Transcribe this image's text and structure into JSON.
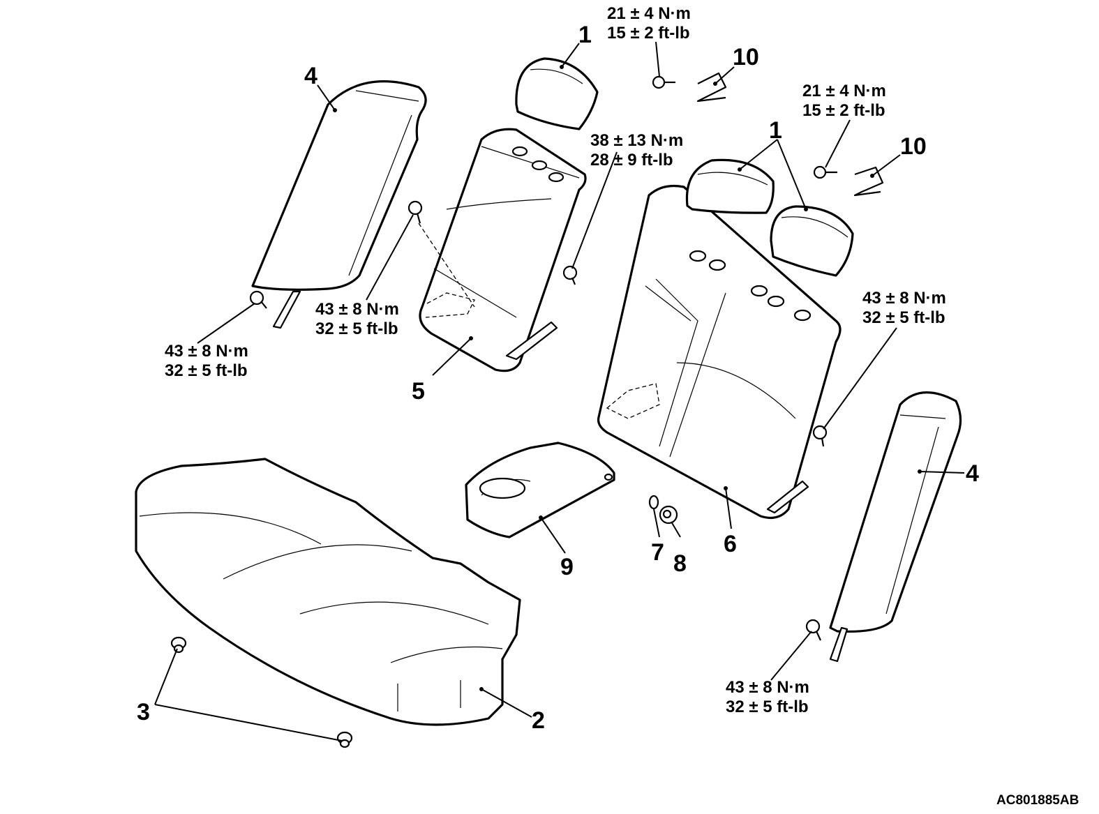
{
  "part_numbers": {
    "headrest_center": "1",
    "headrests_right": "1",
    "seat_cushion": "2",
    "cushion_clips": "3",
    "side_bolster_left": "4",
    "side_bolster_right": "4",
    "seatback_left": "5",
    "seatback_right": "6",
    "bushing_7": "7",
    "bushing_8": "8",
    "armrest": "9",
    "bracket_left": "10",
    "bracket_right": "10"
  },
  "torques": {
    "bracket_bolt_left": {
      "nm": "21 ± 4 N·m",
      "ftlb": "15 ± 2 ft-lb"
    },
    "bracket_bolt_right": {
      "nm": "21 ± 4 N·m",
      "ftlb": "15 ± 2 ft-lb"
    },
    "seatback_left_pivot": {
      "nm": "38 ± 13 N·m",
      "ftlb": "28 ± 9 ft-lb"
    },
    "seatback_left_lower": {
      "nm": "43 ± 8 N·m",
      "ftlb": "32 ± 5 ft-lb"
    },
    "bolster_left_bolt": {
      "nm": "43 ± 8 N·m",
      "ftlb": "32 ± 5 ft-lb"
    },
    "seatback_right_pivot": {
      "nm": "43 ± 8 N·m",
      "ftlb": "32 ± 5 ft-lb"
    },
    "bolster_right_bolt": {
      "nm": "43 ± 8 N·m",
      "ftlb": "32 ± 5 ft-lb"
    }
  },
  "figure_ref": "AC801885AB"
}
